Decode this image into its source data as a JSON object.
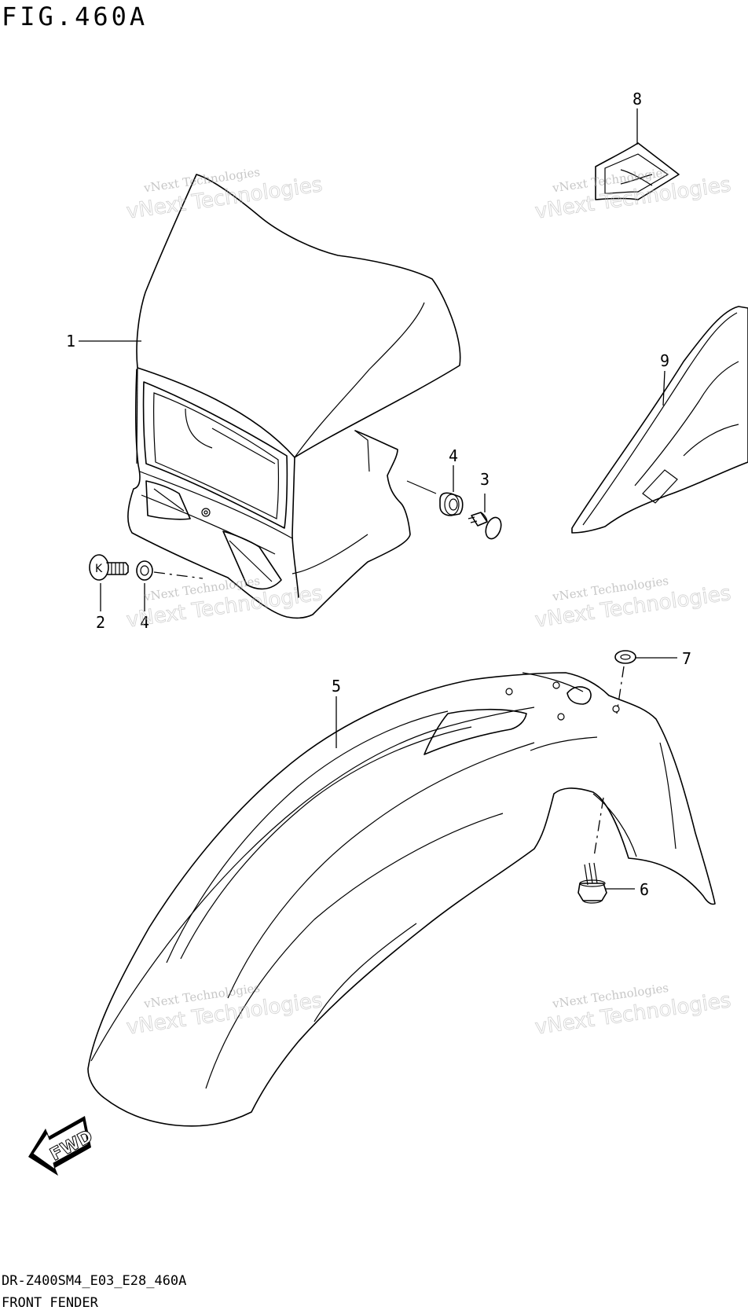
{
  "figure": {
    "title": "FIG.460A",
    "model_code": "DR-Z400SM4_E03_E28_460A",
    "section_name": "FRONT FENDER"
  },
  "callouts": [
    "1",
    "2",
    "3",
    "4",
    "4",
    "5",
    "6",
    "7",
    "8",
    "9"
  ],
  "watermark": {
    "line1": "vNext Technologies",
    "line2": "vNext Technologies"
  },
  "arrow": {
    "label": "FWD"
  },
  "decal_letter": "K"
}
